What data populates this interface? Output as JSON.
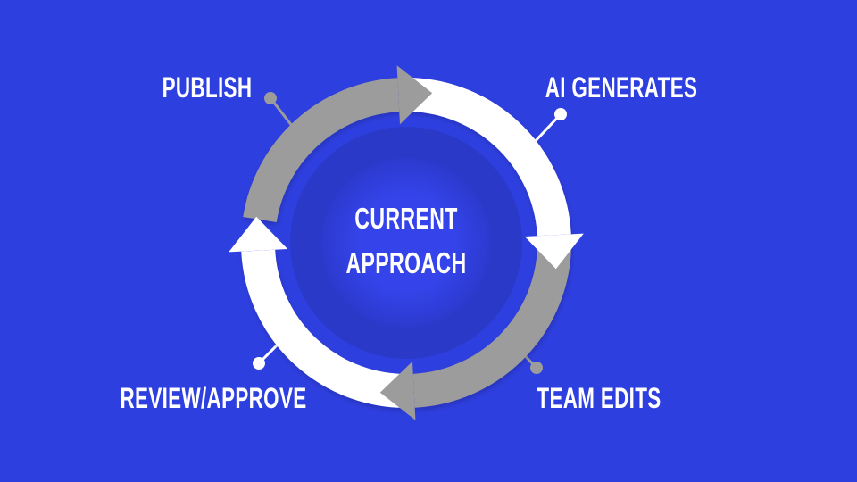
{
  "slide": {
    "kind": "cycle-diagram-slide"
  },
  "cycle": {
    "type": "cycle",
    "direction": "clockwise",
    "center_label": [
      "CURRENT",
      "APPROACH"
    ],
    "steps": [
      {
        "label": "PUBLISH",
        "position": "top-left",
        "segment_color": "gray"
      },
      {
        "label": "AI GENERATES",
        "position": "top-right",
        "segment_color": "white"
      },
      {
        "label": "TEAM EDITS",
        "position": "bottom-right",
        "segment_color": "gray"
      },
      {
        "label": "REVIEW/APPROVE",
        "position": "bottom-left",
        "segment_color": "white"
      }
    ]
  },
  "colors": {
    "background": "#2e3fe0",
    "arc_gray": "#9c9c9c",
    "arc_white": "#ffffff",
    "inner_disc": "#2a39c8",
    "center_light": "#3444ea",
    "center_edge": "#2c3ace",
    "text": "#ffffff"
  }
}
